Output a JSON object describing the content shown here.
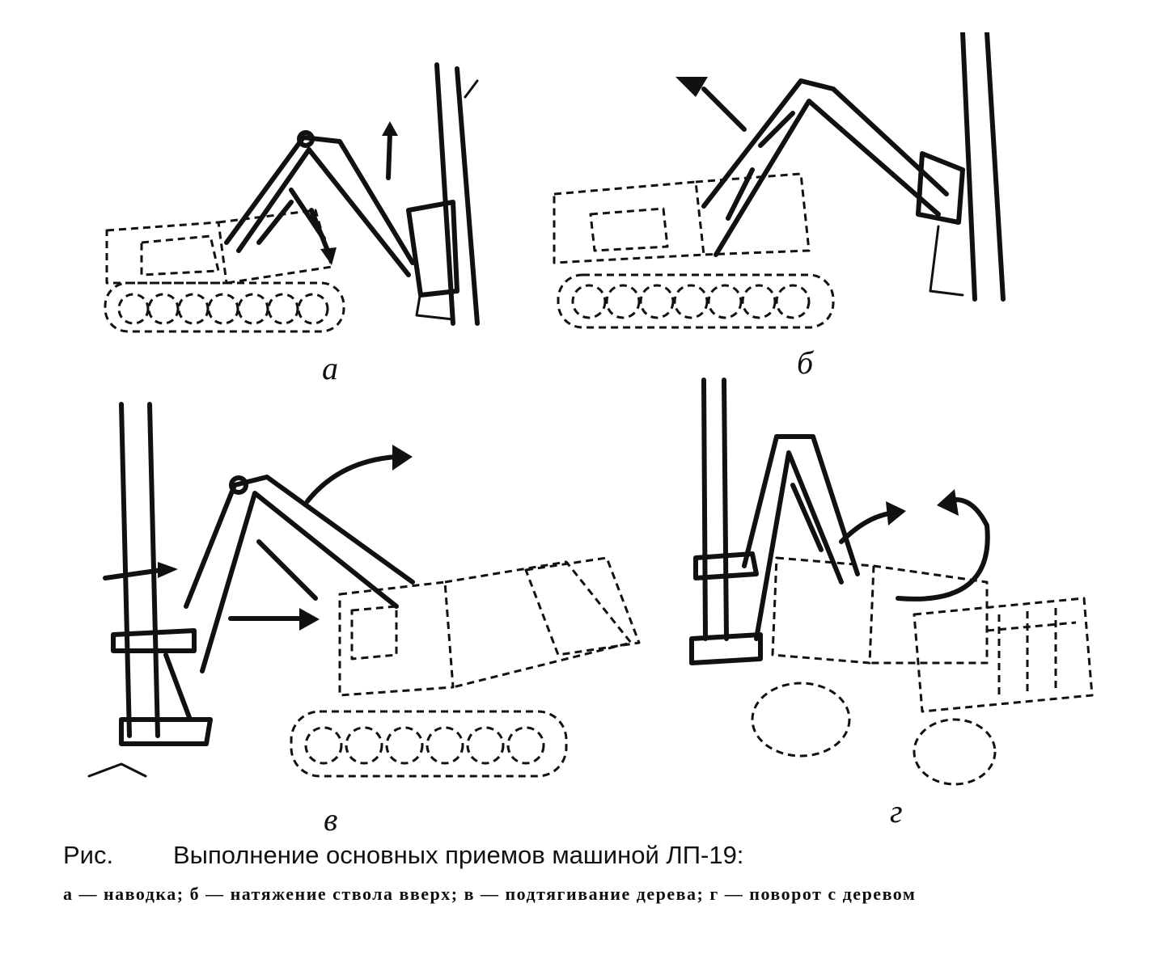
{
  "figure": {
    "panels": [
      {
        "id": "a",
        "label": "а"
      },
      {
        "id": "b",
        "label": "б"
      },
      {
        "id": "v",
        "label": "в"
      },
      {
        "id": "g",
        "label": "г"
      }
    ],
    "caption": {
      "prefix": "Рис.",
      "title": "Выполнение основных приемов машиной ЛП-19:",
      "legend": "а — наводка; б — натяжение ствола вверх; в — подтягивание дерева; г — поворот с деревом"
    }
  }
}
